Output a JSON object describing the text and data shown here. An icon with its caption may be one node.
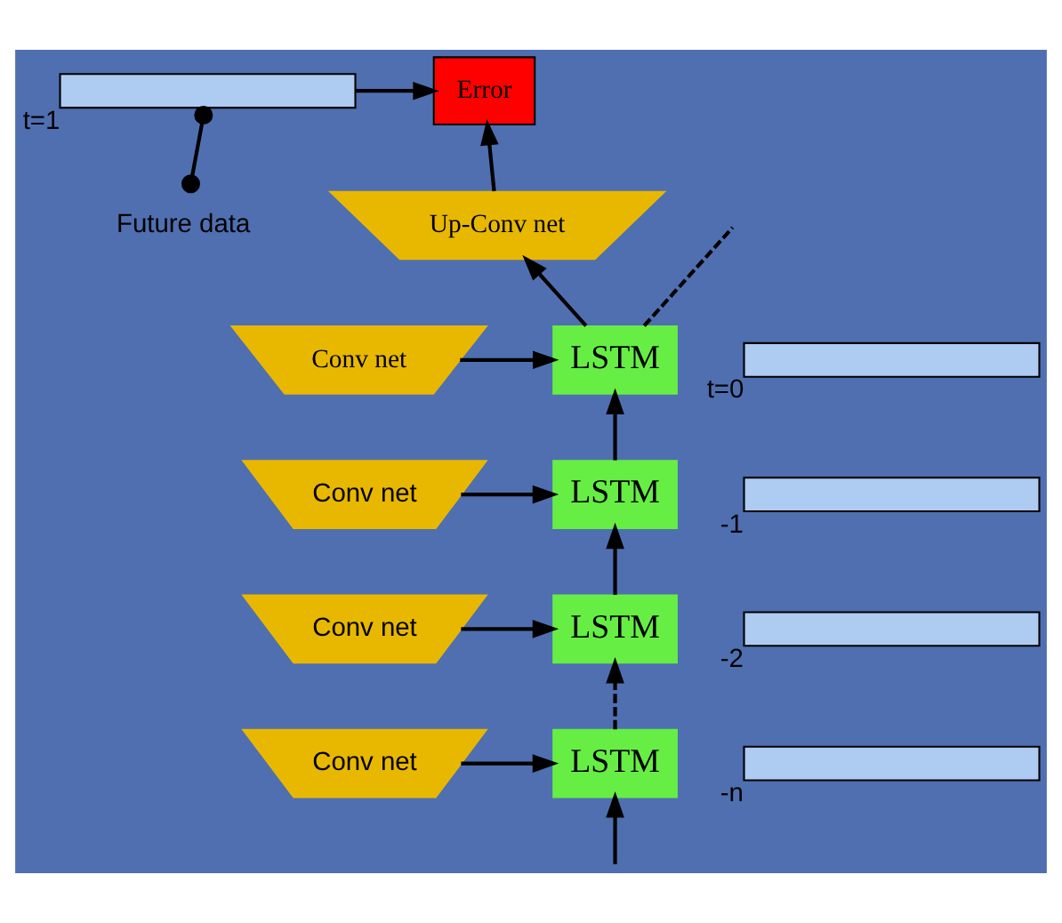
{
  "diagram": {
    "nodes": [
      {
        "text": [
          "Future data"
        ]
      },
      {
        "text": [],
        "shape": "bar",
        "beside": [
          "t=1"
        ]
      },
      {
        "text": [
          "Error"
        ]
      },
      {
        "text": [
          "Up-Conv net"
        ]
      },
      {
        "text": [],
        "shape": "bar",
        "beside": [
          "t=0"
        ]
      },
      {
        "text": [
          "Conv net"
        ]
      },
      {
        "text": [
          "LSTM"
        ]
      },
      {
        "text": [],
        "shape": "bar",
        "beside": [
          "-1"
        ]
      },
      {
        "text": [
          "Conv net"
        ]
      },
      {
        "text": [
          "LSTM"
        ]
      },
      {
        "text": [],
        "shape": "bar",
        "beside": [
          "-2"
        ]
      },
      {
        "text": [
          "Conv net"
        ]
      },
      {
        "text": [
          "LSTM"
        ]
      },
      {
        "text": [],
        "shape": "bar",
        "beside": [
          "-n"
        ]
      },
      {
        "text": [
          "Conv net"
        ]
      },
      {
        "text": [
          "LSTM"
        ]
      }
    ],
    "edges": [
      {
        "from": 0,
        "to": 1,
        "arrow": "other"
      },
      {
        "from": 1,
        "to": 2,
        "arrow": "to"
      },
      {
        "from": 3,
        "to": 2,
        "arrow": "to"
      },
      {
        "from": 6,
        "to": 3,
        "arrow": "to"
      },
      {
        "from": 6,
        "to": null,
        "arrow": "none",
        "style": "dashed"
      },
      {
        "from": 5,
        "to": 6,
        "arrow": "to"
      },
      {
        "from": 9,
        "to": 6,
        "arrow": "to"
      },
      {
        "from": 8,
        "to": 9,
        "arrow": "to"
      },
      {
        "from": 12,
        "to": 9,
        "arrow": "to"
      },
      {
        "from": 11,
        "to": 12,
        "arrow": "to"
      },
      {
        "from": 15,
        "to": 12,
        "arrow": "to",
        "style": "dashed"
      },
      {
        "from": 14,
        "to": 15,
        "arrow": "to"
      },
      {
        "from": null,
        "to": 15,
        "arrow": "to"
      }
    ]
  }
}
